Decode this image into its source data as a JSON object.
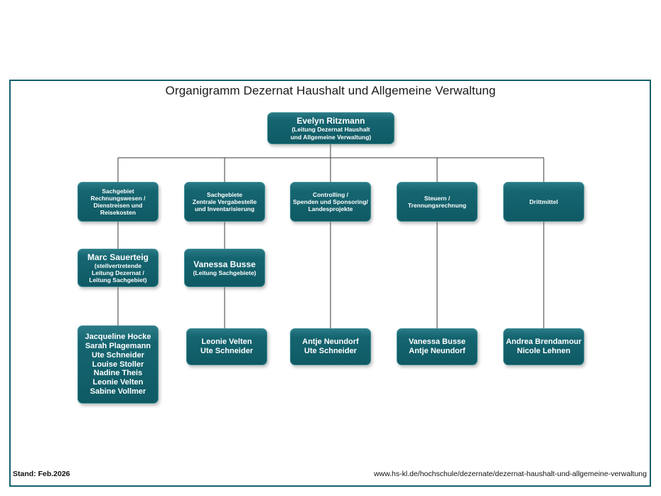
{
  "document": {
    "title": "Organigramm Dezernat Haushalt und Allgemeine Verwaltung",
    "frame_color": "#15606e",
    "node_color": "#156570"
  },
  "root": {
    "name": "Evelyn Ritzmann",
    "role_line1": "(Leitung Dezernat Haushalt",
    "role_line2": "und Allgemeine Verwaltung)"
  },
  "units": [
    {
      "id": "unit-1",
      "line1": "Sachgebiet",
      "line2": "Rechnungswesen /",
      "line3": "Dienstreisen und",
      "line4": "Reisekosten"
    },
    {
      "id": "unit-2",
      "line1": "Sachgebiete",
      "line2": "Zentrale Vergabestelle",
      "line3": "und Inventarisierung",
      "line4": ""
    },
    {
      "id": "unit-3",
      "line1": "Controlling /",
      "line2": "Spenden und Sponsoring/",
      "line3": "Landesprojekte",
      "line4": ""
    },
    {
      "id": "unit-4",
      "line1": "Steuern /",
      "line2": "Trennungsrechnung",
      "line3": "",
      "line4": ""
    },
    {
      "id": "unit-5",
      "line1": "Drittmittel",
      "line2": "",
      "line3": "",
      "line4": ""
    }
  ],
  "leads": [
    {
      "id": "lead-1",
      "name": "Marc Sauerteig",
      "role_line1": "(stellvertretende",
      "role_line2": "Leitung Dezernat /",
      "role_line3": "Leitung Sachgebiet)"
    },
    {
      "id": "lead-2",
      "name": "Vanessa Busse",
      "role_line1": "(Leitung Sachgebiete)",
      "role_line2": "",
      "role_line3": ""
    }
  ],
  "staff": [
    {
      "id": "staff-1",
      "names": [
        "Jacqueline Hocke",
        "Sarah Plagemann",
        "Ute Schneider",
        "Louise Stoller",
        "Nadine Theis",
        "Leonie Velten",
        "Sabine Vollmer"
      ]
    },
    {
      "id": "staff-2",
      "names": [
        "Leonie Velten",
        "Ute Schneider"
      ]
    },
    {
      "id": "staff-3",
      "names": [
        "Antje Neundorf",
        "Ute Schneider"
      ]
    },
    {
      "id": "staff-4",
      "names": [
        "Vanessa Busse",
        "Antje Neundorf"
      ]
    },
    {
      "id": "staff-5",
      "names": [
        "Andrea Brendamour",
        "Nicole Lehnen"
      ]
    }
  ],
  "footer": {
    "status": "Stand: Feb.2026",
    "url": "www.hs-kl.de/hochschule/dezernate/dezernat-haushalt-und-allgemeine-verwaltung"
  }
}
